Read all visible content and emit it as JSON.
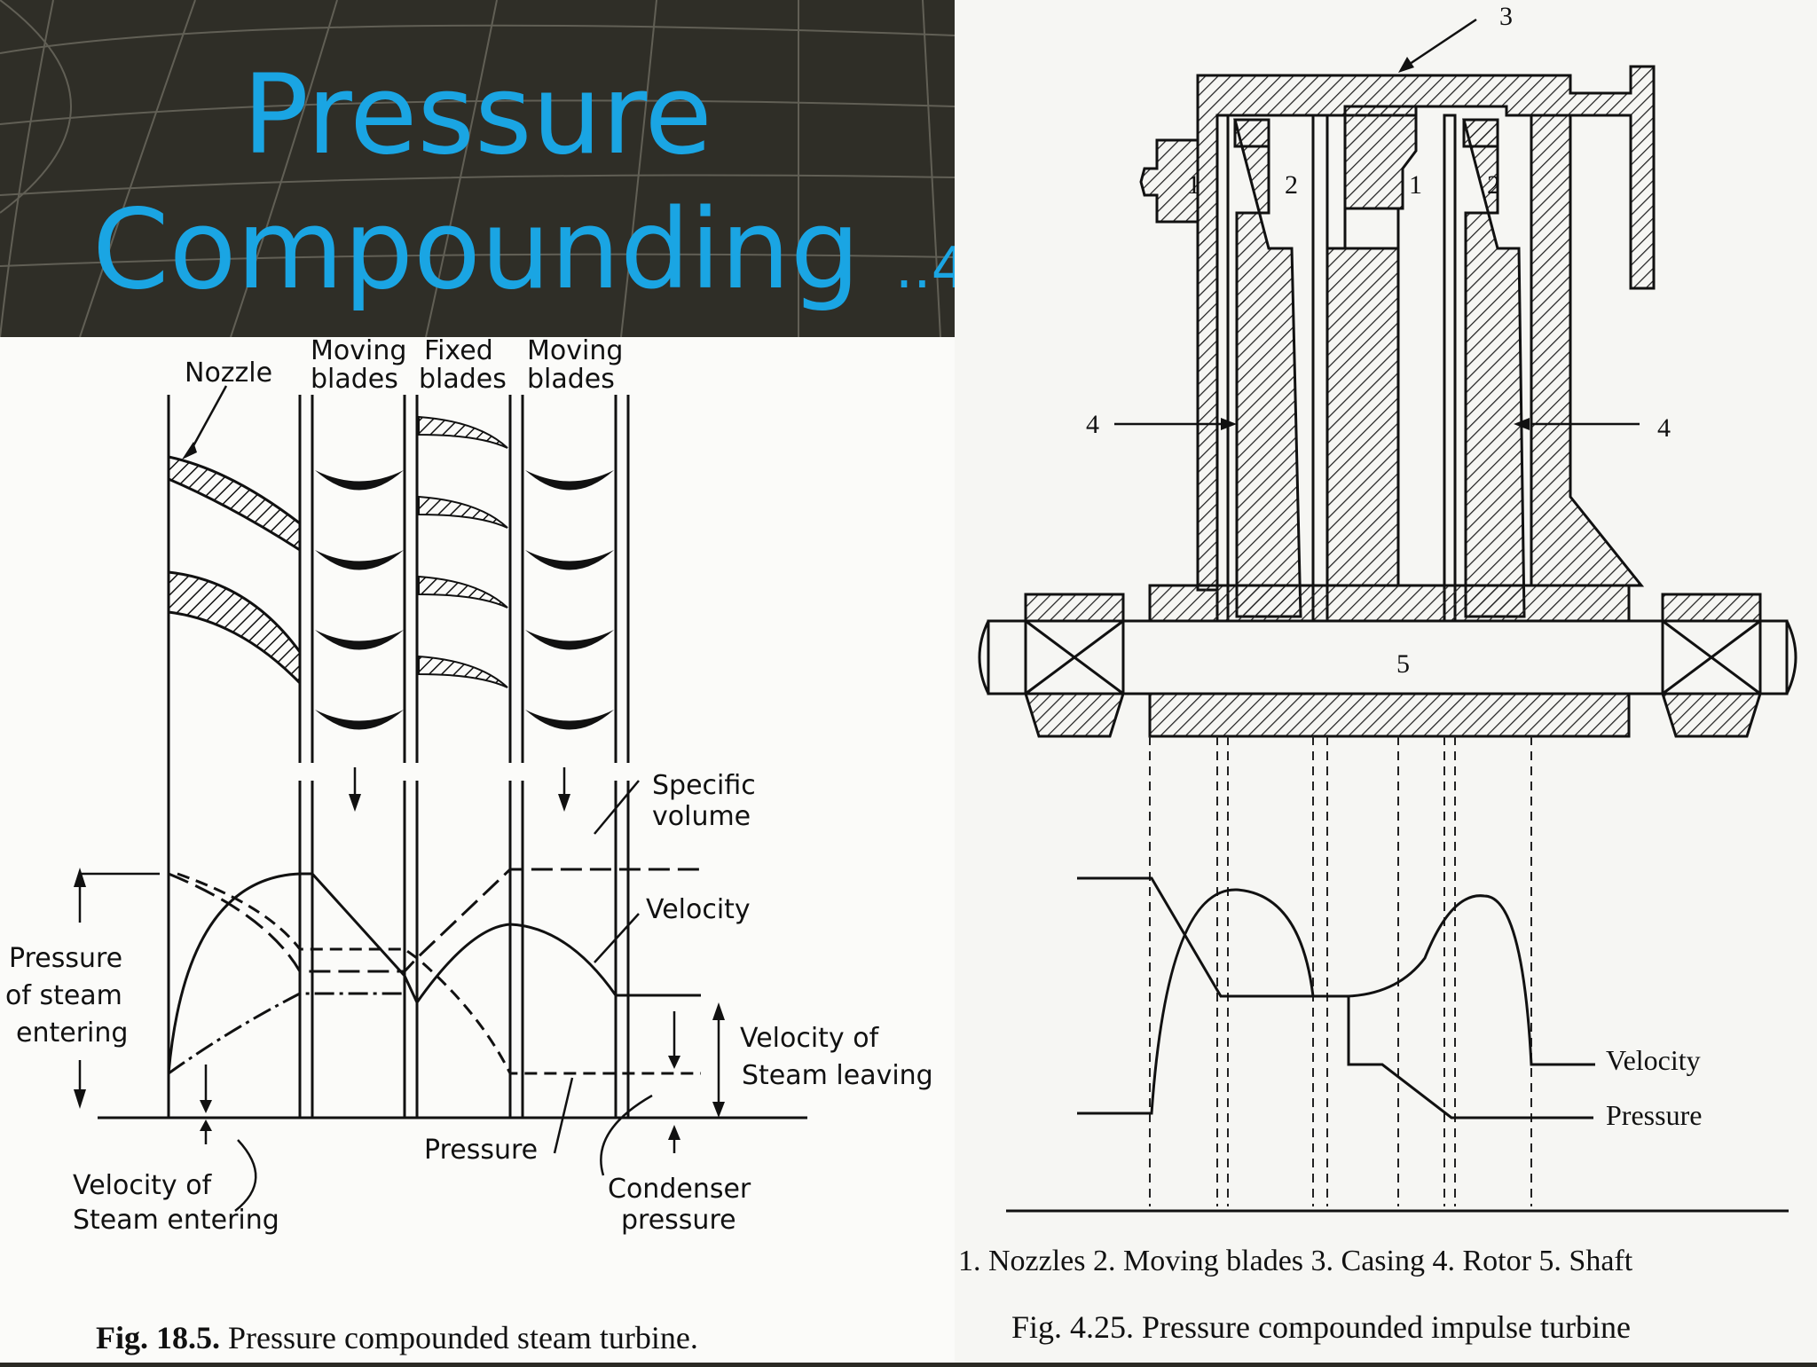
{
  "slide": {
    "title_line1": "Pressure",
    "title_line2": "Compounding",
    "title_suffix": "..4",
    "title_color": "#1aa5e3",
    "background": "#2f2e27"
  },
  "left_figure": {
    "labels": {
      "nozzle": "Nozzle",
      "moving_blades_1a": "Moving",
      "moving_blades_1b": "blades",
      "fixed_blades_a": "Fixed",
      "fixed_blades_b": "blades",
      "moving_blades_2a": "Moving",
      "moving_blades_2b": "blades",
      "specific_volume_a": "Specific",
      "specific_volume_b": "volume",
      "velocity": "Velocity",
      "pressure_entering_a": "Pressure",
      "pressure_entering_b": "of  steam",
      "pressure_entering_c": "entering",
      "velocity_leaving_a": "Velocity  of",
      "velocity_leaving_b": "Steam  leaving",
      "pressure": "Pressure",
      "velocity_entering_a": "Velocity  of",
      "velocity_entering_b": "Steam  entering",
      "condenser_a": "Condenser",
      "condenser_b": "pressure"
    },
    "caption_bold": "Fig. 18.5.",
    "caption_text": " Pressure compounded steam turbine."
  },
  "right_figure": {
    "callouts": {
      "casing": "3",
      "rotor_left": "4",
      "rotor_right": "4",
      "nozzle_1": "1",
      "blade_1": "2",
      "nozzle_2": "1",
      "blade_2": "2",
      "shaft": "5"
    },
    "graph_labels": {
      "velocity": "Velocity",
      "pressure": "Pressure"
    },
    "legend": "1. Nozzles   2. Moving blades   3. Casing   4. Rotor   5. Shaft",
    "caption": "Fig. 4.25. Pressure compounded impulse turbine"
  }
}
